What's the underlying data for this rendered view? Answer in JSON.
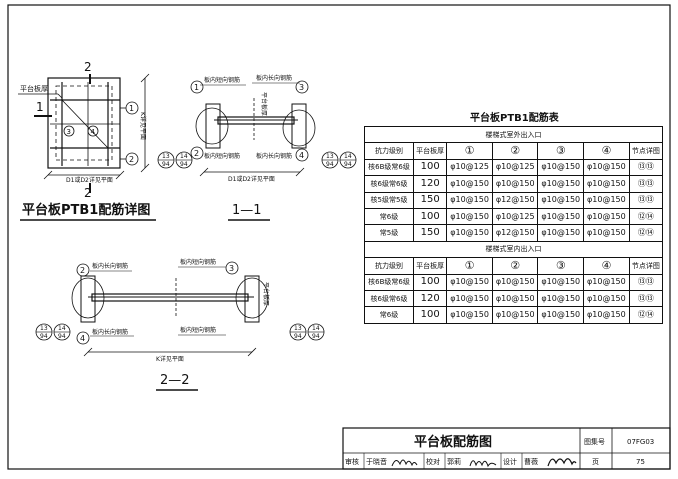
{
  "drawing": {
    "label_platform_thickness": "平台板厚",
    "label_long_bar": "板内长向钢筋",
    "label_short_bar": "板内短向钢筋",
    "label_long_bar_vertical": "板内长向钢筋",
    "label_d1_plan": "D1或D2详见平面",
    "label_k_plan": "K详见平面",
    "label_k_plan_vertical": "K详见平面",
    "figure_title": "平台板PTB1配筋详图",
    "section_1": "1—1",
    "section_2": "2—2",
    "mark_1": "1",
    "mark_2": "2",
    "circle_1": "1",
    "circle_2": "2",
    "circle_3": "3",
    "circle_4": "4",
    "ref_a_top": "13",
    "ref_a_bottom": "94",
    "ref_b_top": "14",
    "ref_b_bottom": "94"
  },
  "table": {
    "title": "平台板PTB1配筋表",
    "group1": "楼梯式室外出入口",
    "group2": "楼梯式室内出入口",
    "headers": [
      "抗力级别",
      "平台板厚",
      "①",
      "②",
      "③",
      "④",
      "节点详图"
    ],
    "rows1": [
      [
        "核6B级常6级",
        "100",
        "φ10@125",
        "φ10@125",
        "φ10@150",
        "φ10@150",
        "⑬⑬"
      ],
      [
        "核6级常6级",
        "120",
        "φ10@150",
        "φ10@150",
        "φ10@150",
        "φ10@150",
        "⑬⑬"
      ],
      [
        "核5级常5级",
        "150",
        "φ10@150",
        "φ12@150",
        "φ10@150",
        "φ10@150",
        "⑬⑬"
      ],
      [
        "常6级",
        "100",
        "φ10@150",
        "φ10@125",
        "φ10@150",
        "φ10@150",
        "⑫⑭"
      ],
      [
        "常5级",
        "150",
        "φ10@150",
        "φ12@150",
        "φ10@150",
        "φ10@150",
        "⑫⑭"
      ]
    ],
    "rows2": [
      [
        "核6B级常6级",
        "100",
        "φ10@150",
        "φ10@150",
        "φ10@150",
        "φ10@150",
        "⑬⑬"
      ],
      [
        "核6级常6级",
        "120",
        "φ10@150",
        "φ10@150",
        "φ10@150",
        "φ10@150",
        "⑬⑬"
      ],
      [
        "常6级",
        "100",
        "φ10@150",
        "φ10@150",
        "φ10@150",
        "φ10@150",
        "⑫⑭"
      ]
    ]
  },
  "title_block": {
    "title": "平台板配筋图",
    "atlas_label": "图集号",
    "atlas_no": "07FG03",
    "review_label": "审核",
    "reviewer": "于晓音",
    "check_label": "校对",
    "checker": "郭莉",
    "design_label": "设计",
    "designer": "曹薇",
    "page_label": "页",
    "page_no": "75"
  }
}
